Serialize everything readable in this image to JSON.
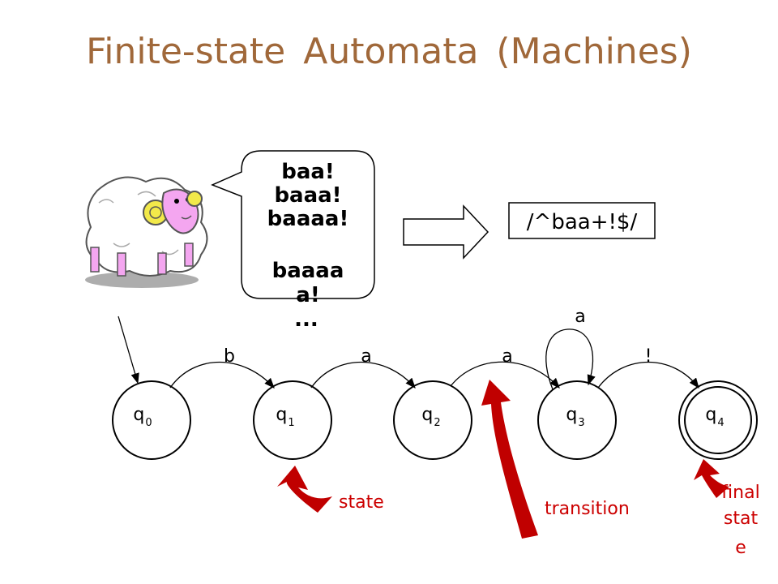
{
  "title": "Finite-state Automata (Machines)",
  "speech_bubble": {
    "lines": [
      "baa!",
      "baaa!",
      "baaaa!",
      "",
      "baaaa",
      "a!",
      "..."
    ]
  },
  "regex": "/^baa+!$/",
  "states": [
    {
      "name": "q",
      "sub": "0",
      "final": false,
      "start": true
    },
    {
      "name": "q",
      "sub": "1",
      "final": false,
      "start": false
    },
    {
      "name": "q",
      "sub": "2",
      "final": false,
      "start": false
    },
    {
      "name": "q",
      "sub": "3",
      "final": false,
      "start": false
    },
    {
      "name": "q",
      "sub": "4",
      "final": true,
      "start": false
    }
  ],
  "transitions": [
    {
      "from": 0,
      "to": 1,
      "label": "b"
    },
    {
      "from": 1,
      "to": 2,
      "label": "a"
    },
    {
      "from": 2,
      "to": 3,
      "label": "a"
    },
    {
      "from": 3,
      "to": 3,
      "label": "a"
    },
    {
      "from": 3,
      "to": 4,
      "label": "!"
    }
  ],
  "annotations": {
    "state": "state",
    "transition": "transition",
    "final_state_lines": [
      "final",
      "stat",
      "e"
    ]
  },
  "colors": {
    "title": "#a0683a",
    "annotation": "#cc0000",
    "sheep_face": "#f4a6f0",
    "sheep_horn": "#f2e94a"
  }
}
